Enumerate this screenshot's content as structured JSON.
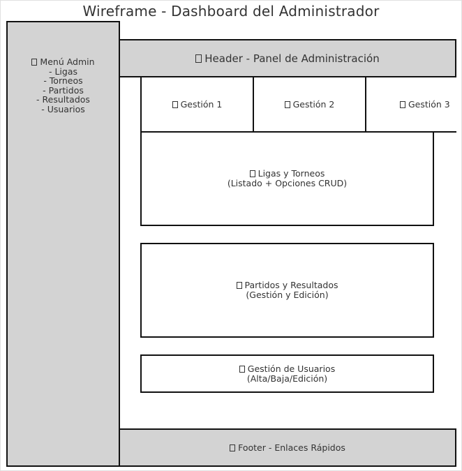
{
  "title": "Wireframe - Dashboard del Administrador",
  "sidebar": {
    "label": "Menú Admin\n- Ligas\n- Torneos\n- Partidos\n- Resultados\n- Usuarios"
  },
  "header": {
    "label": "Header - Panel de Administración"
  },
  "gestion": [
    {
      "label": "Gestión 1"
    },
    {
      "label": "Gestión 2"
    },
    {
      "label": "Gestión 3"
    }
  ],
  "sections": {
    "ligas": "Ligas y Torneos\n(Listado + Opciones CRUD)",
    "partidos": "Partidos y Resultados\n(Gestión y Edición)",
    "usuarios": "Gestión de Usuarios\n(Alta/Baja/Edición)"
  },
  "footer": {
    "label": "Footer - Enlaces Rápidos"
  },
  "icons": {
    "placeholder": "missing-glyph-icon"
  },
  "colors": {
    "panel_fill": "#d3d3d3",
    "border": "#111111",
    "text": "#333333"
  }
}
